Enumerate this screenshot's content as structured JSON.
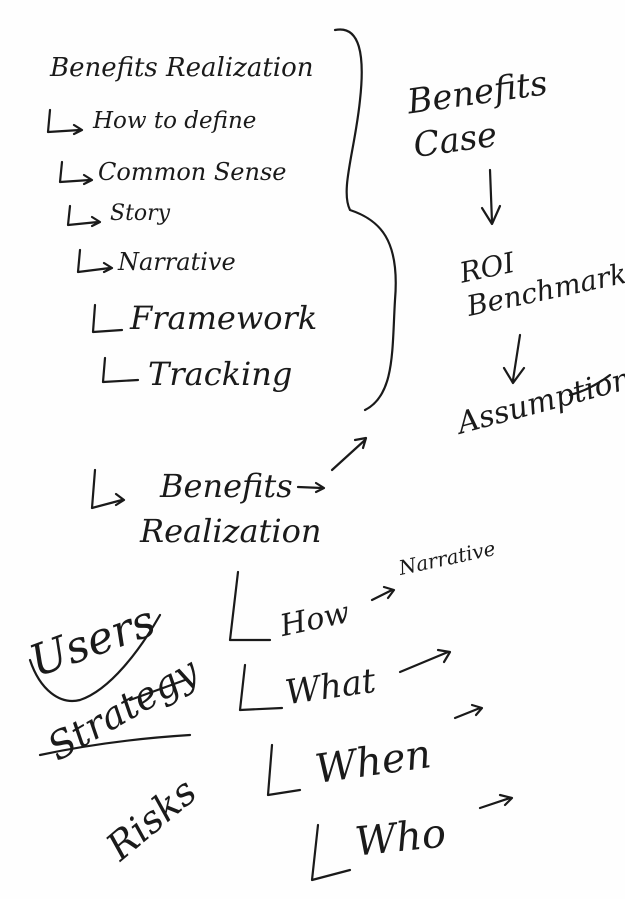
{
  "left_list": {
    "title": "Benefits Realization",
    "items": [
      "How to define",
      "Common Sense",
      "Story",
      "Narrative",
      "Framework",
      "Tracking"
    ]
  },
  "right_chain": [
    "Benefits Case",
    "ROI Benchmark",
    "Assumptions"
  ],
  "second_block": {
    "title_line1": "Benefits",
    "title_line2": "Realization",
    "items": [
      "How",
      "What",
      "When",
      "Who"
    ],
    "how_arrow_label": "Narrative"
  },
  "side_words": [
    "Users",
    "Strategy",
    "Risks"
  ]
}
